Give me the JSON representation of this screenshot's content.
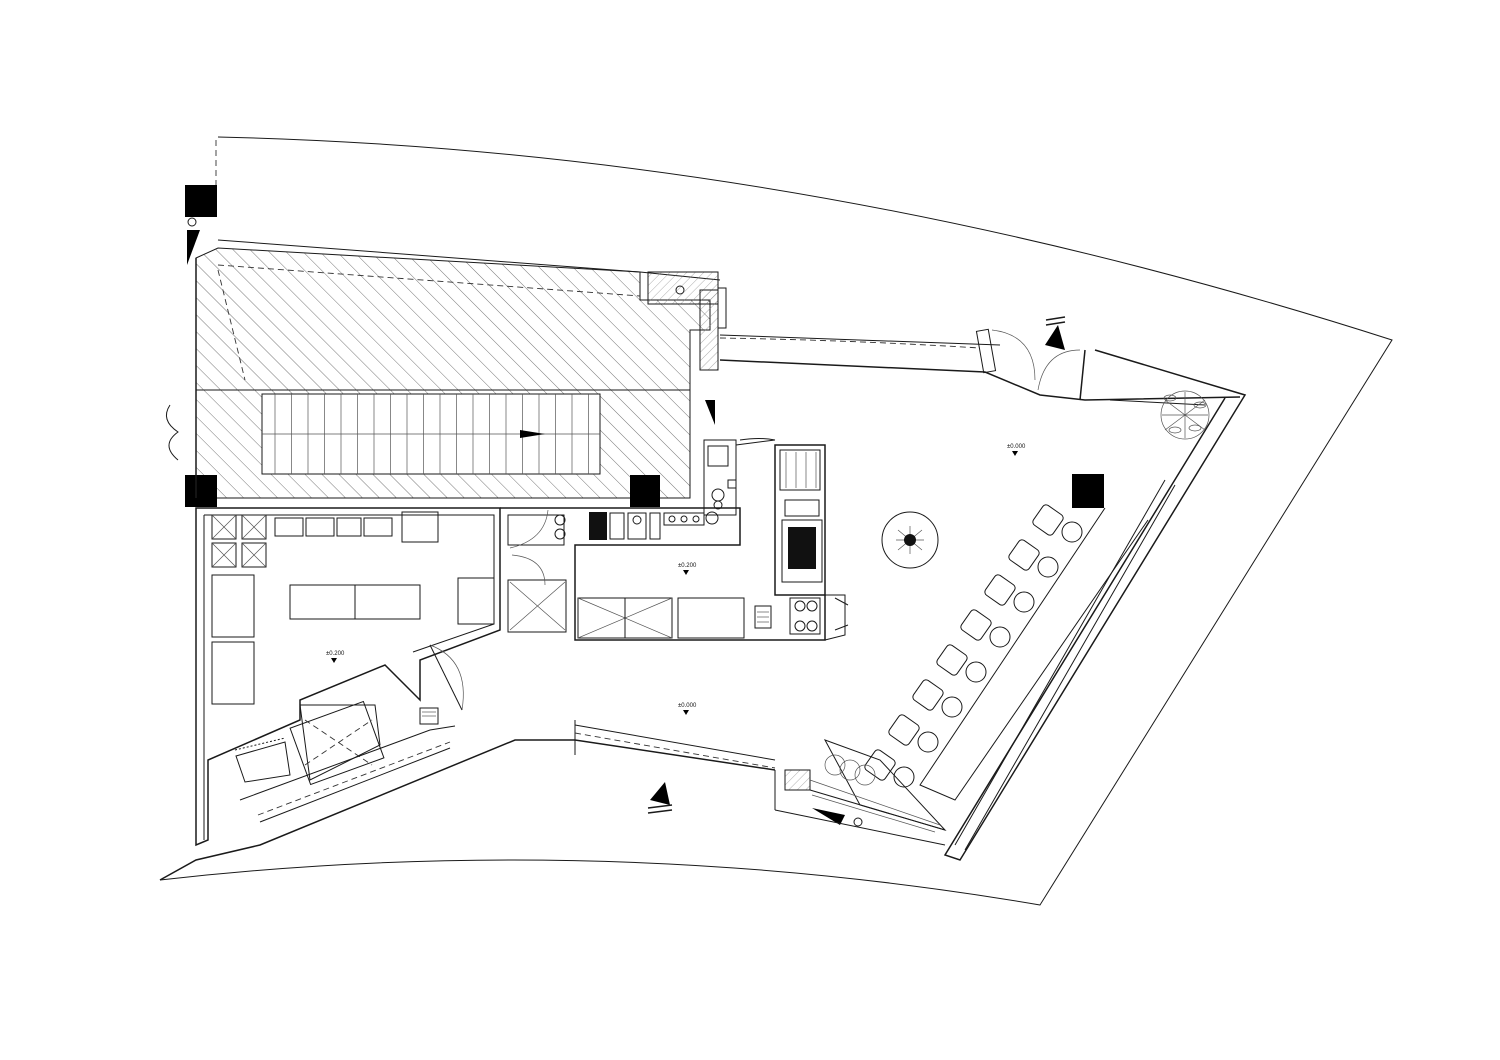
{
  "levels": {
    "kitchen": "±0.200",
    "bar": "±0.200",
    "entrance": "±0.000",
    "terrace": "±0.000"
  },
  "colors": {
    "line": "#1a1a1a",
    "hatch": "#555555",
    "fill_solid": "#000000",
    "background": "#ffffff"
  }
}
